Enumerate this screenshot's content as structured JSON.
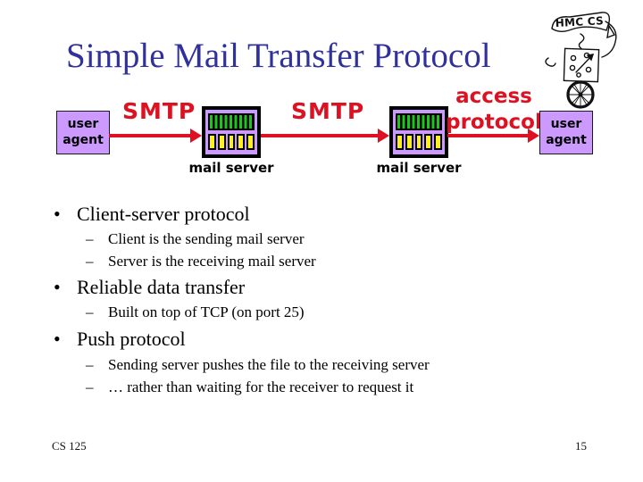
{
  "slide": {
    "title": "Simple Mail Transfer Protocol",
    "footer_left": "CS 125",
    "page_number": "15",
    "logo_text": "HMC CS"
  },
  "diagram": {
    "user_agent_left": "user\nagent",
    "user_agent_right": "user\nagent",
    "smtp_label_1": "SMTP",
    "smtp_label_2": "SMTP",
    "access_protocol_label": "access\nprotocol",
    "mail_server_label_1": "mail server",
    "mail_server_label_2": "mail server"
  },
  "markers": {
    "bullet": "•",
    "sub": "–"
  },
  "bullets": [
    {
      "label": "Client-server protocol",
      "subs": [
        "Client is the sending mail server",
        "Server is the receiving mail server"
      ]
    },
    {
      "label": "Reliable data transfer",
      "subs": [
        "Built on top of TCP (on port 25)"
      ]
    },
    {
      "label": "Push protocol",
      "subs": [
        "Sending server pushes the file to the receiving server",
        "… rather than waiting for the receiver to request it"
      ]
    }
  ],
  "colors": {
    "title_blue": "#31319b",
    "accent_red": "#dd1122",
    "box_purple": "#cc99ff",
    "grill_green": "#1dc51d",
    "disk_yellow": "#ffee22"
  }
}
